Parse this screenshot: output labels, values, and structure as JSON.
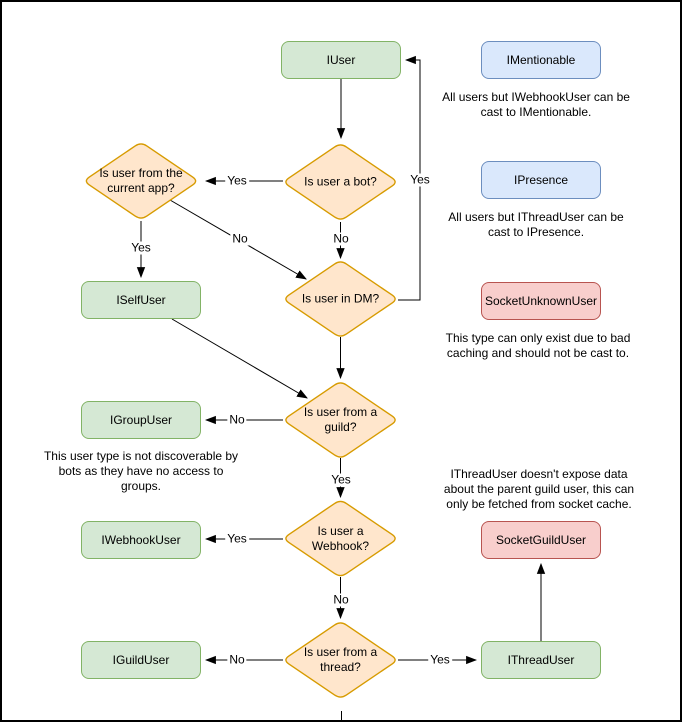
{
  "colors": {
    "green_fill": "#d5e8d4",
    "green_stroke": "#82b366",
    "blue_fill": "#dae8fc",
    "blue_stroke": "#6c8ebf",
    "red_fill": "#f8cecc",
    "red_stroke": "#b85450",
    "orange_fill": "#ffe6cc",
    "orange_stroke": "#d79b00",
    "edge_stroke": "#000000",
    "background": "#ffffff"
  },
  "nodes": {
    "iuser": "IUser",
    "imentionable": "IMentionable",
    "ipresence": "IPresence",
    "socket_unknown_user": "SocketUnknownUser",
    "iselfuser": "ISelfUser",
    "igroupuser": "IGroupUser",
    "iwebhookuser": "IWebhookUser",
    "iguilduser": "IGuildUser",
    "socket_guild_user": "SocketGuildUser",
    "ithreaduser": "IThreadUser"
  },
  "decisions": {
    "current_app": {
      "lines": [
        "Is user from the",
        "current app?"
      ]
    },
    "is_bot": {
      "lines": [
        "Is user a bot?"
      ]
    },
    "in_dm": {
      "lines": [
        "Is user in DM?"
      ]
    },
    "from_guild": {
      "lines": [
        "Is user from a",
        "guild?"
      ]
    },
    "is_webhook": {
      "lines": [
        "Is user a",
        "Webhook?"
      ]
    },
    "from_thread": {
      "lines": [
        "Is user from a",
        "thread?"
      ]
    }
  },
  "edge_labels": {
    "bot_yes": "Yes",
    "bot_no": "No",
    "current_app_yes": "Yes",
    "current_app_no": "No",
    "dm_yes": "Yes",
    "guild_no": "No",
    "guild_yes": "Yes",
    "webhook_yes": "Yes",
    "webhook_no": "No",
    "thread_no": "No",
    "thread_yes": "Yes"
  },
  "notes": {
    "mentionable": {
      "lines": [
        "All users but IWebhookUser can be",
        "cast to IMentionable."
      ]
    },
    "presence": {
      "lines": [
        "All users but IThreadUser can be",
        "cast to IPresence."
      ]
    },
    "unknown_user": {
      "lines": [
        "This type can only exist due to bad",
        "caching and should not be cast to."
      ]
    },
    "group_user": {
      "lines": [
        "This user type is not discoverable by",
        "bots as they have no access to",
        "groups."
      ]
    },
    "thread_user": {
      "lines": [
        "IThreadUser doesn't expose data",
        "about the parent guild user, this can",
        "only be fetched from socket cache."
      ]
    }
  }
}
